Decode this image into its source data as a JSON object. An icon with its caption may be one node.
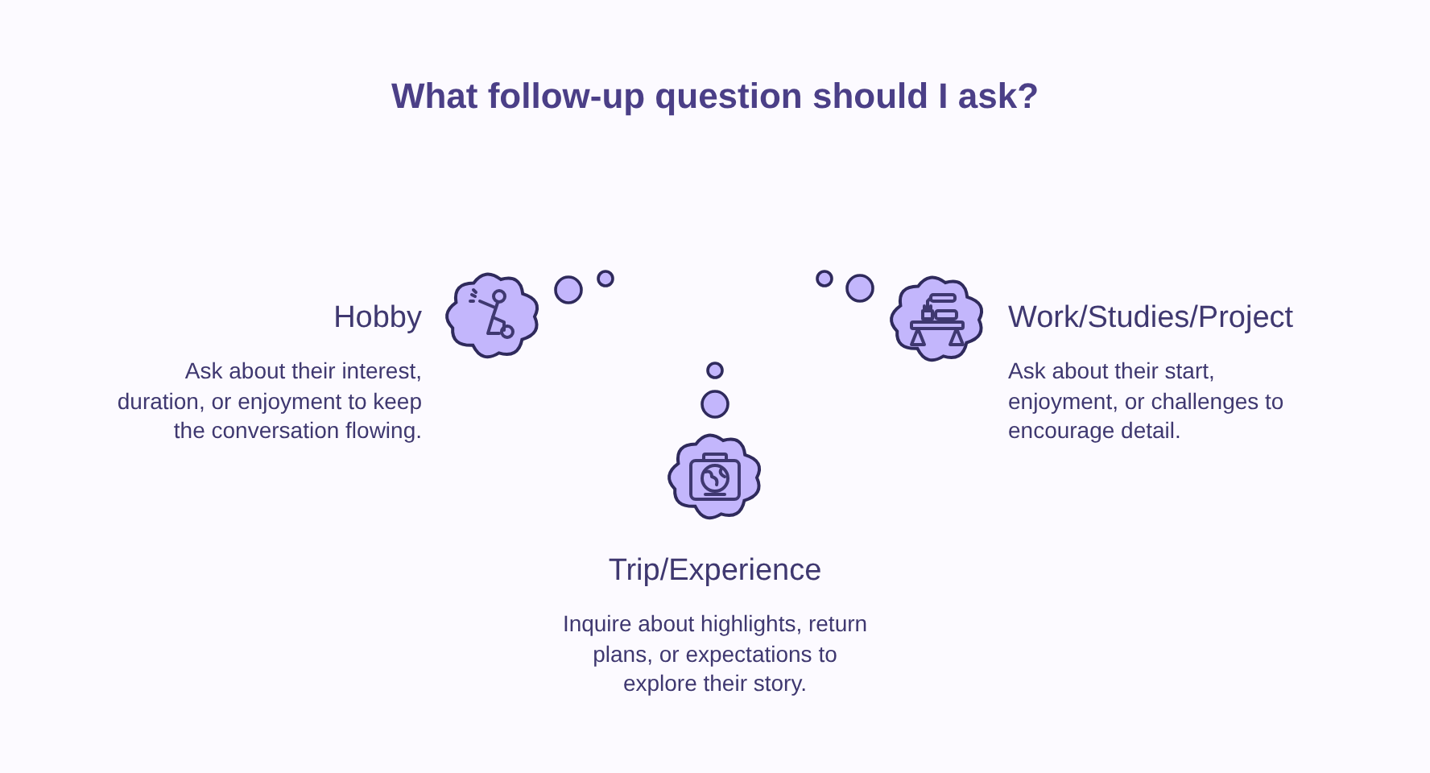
{
  "diagram": {
    "title": "What follow-up question should I ask?",
    "nodes": [
      {
        "text": [
          "Hobby",
          "Ask about their interest, duration, or enjoyment to keep the conversation flowing."
        ]
      },
      {
        "text": [
          "Work/Studies/Project",
          "Ask about their start, enjoyment, or challenges to encourage detail."
        ]
      },
      {
        "text": [
          "Trip/Experience",
          "Inquire about highlights, return plans, or expectations to explore their story."
        ]
      }
    ]
  }
}
